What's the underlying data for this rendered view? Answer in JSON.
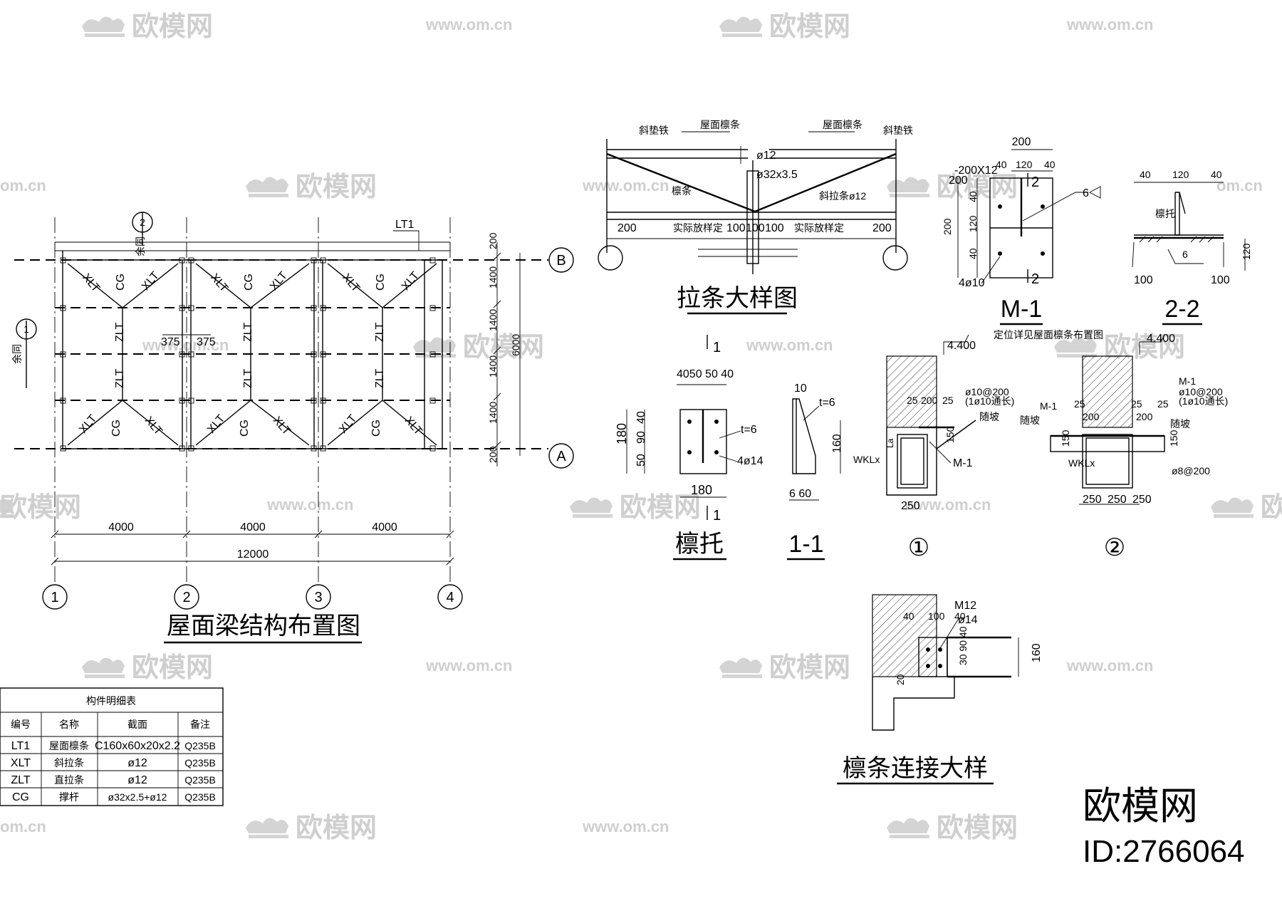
{
  "watermark": {
    "brand": "欧模网",
    "site": "www.om.cn",
    "site_short": "om.cn"
  },
  "brand_mark": {
    "name": "欧模网",
    "id": "ID:2766064"
  },
  "plan": {
    "title": "屋面梁结构布置图",
    "axes_letters": [
      "A",
      "B"
    ],
    "axes_numbers": [
      "1",
      "2",
      "3",
      "4"
    ],
    "bay_spans": [
      "4000",
      "4000",
      "4000"
    ],
    "total_span": "12000",
    "vertical_dims": [
      "200",
      "1400",
      "1400",
      "1400",
      "1400",
      "200"
    ],
    "total_height": "6000",
    "purlin_label": "LT1",
    "section_tag_1": "1",
    "section_tag_2": "2",
    "section_label": "余同",
    "member_xlt": "XLT",
    "member_cg": "CG",
    "member_zlt": "ZLT",
    "gap_left": "375",
    "gap_right": "375"
  },
  "table": {
    "title": "构件明细表",
    "headers": [
      "编号",
      "名称",
      "截面",
      "备注"
    ],
    "rows": [
      [
        "LT1",
        "屋面檩条",
        "C160x60x20x2.2",
        "Q235B"
      ],
      [
        "XLT",
        "斜拉条",
        "ø12",
        "Q235B"
      ],
      [
        "ZLT",
        "直拉条",
        "ø12",
        "Q235B"
      ],
      [
        "CG",
        "撑杆",
        "ø32x2.5+ø12",
        "Q235B"
      ]
    ]
  },
  "tie_detail": {
    "title": "拉条大样图",
    "label_shim_left": "斜垫铁",
    "label_shim_right": "斜垫铁",
    "label_purlin_left": "屋面檩条",
    "label_purlin_right": "屋面檩条",
    "label_rod": "ø12",
    "label_tube": "ø32x3.5",
    "label_purlin": "檩条",
    "label_diag": "斜拉条ø12",
    "label_field_left": "实际放样定",
    "label_field_right": "实际放样定",
    "dims": [
      "200",
      "100",
      "100",
      "100",
      "200"
    ]
  },
  "m1": {
    "title": "M-1",
    "plate": "-200X12",
    "top_dims": [
      "200",
      "40",
      "120",
      "40"
    ],
    "side_dims": [
      "200",
      "40",
      "120",
      "40"
    ],
    "anchors": "4ø10",
    "weld": "6",
    "cut": "2"
  },
  "sec22": {
    "title": "2-2",
    "dims": [
      "40",
      "120",
      "40"
    ],
    "label": "檩托",
    "weld": "6",
    "bottom_left": "100",
    "bottom_right": "100",
    "height": "120"
  },
  "purlin_support": {
    "title": "檩托",
    "cut": "1",
    "top_dims": "4050 50 40",
    "height": "180",
    "side_dims": [
      "40",
      "90",
      "50"
    ],
    "plate_t": "t=6",
    "bolts": "4ø14",
    "width": "180"
  },
  "sec11": {
    "title": "1-1",
    "top": "10",
    "plate_t": "t=6",
    "height": "160",
    "bottom": "6 60"
  },
  "detail1": {
    "title": "①",
    "note": "定位详见屋面檩条布置图",
    "elevation": "4.400",
    "dims": [
      "25",
      "200",
      "25"
    ],
    "rebar": "ø10@200",
    "rebar_note": "(1ø10通长)",
    "slope": "随坡",
    "height": "150",
    "plate": "M-1",
    "beam": "WKLx",
    "width": "250",
    "la": "La"
  },
  "detail2": {
    "title": "②",
    "elevation": "4.400",
    "plate_left": "M-1",
    "plate_right": "M-1",
    "dims_left": [
      "25",
      "200"
    ],
    "dims_right": [
      "25",
      "200",
      "25"
    ],
    "rebar": "ø10@200",
    "rebar_note": "(1ø10通长)",
    "slope": "随坡",
    "slope2": "随坡",
    "height_left": "150",
    "height_right": "150",
    "beam": "WKLx",
    "stirrup": "ø8@200",
    "bottom_dims": [
      "250",
      "250",
      "250"
    ]
  },
  "connection": {
    "title": "檩条连接大样",
    "bolt": "M12",
    "hole": "ø14",
    "dims_top": [
      "40",
      "100",
      "40"
    ],
    "dims_side": "30 90 40",
    "height": "160",
    "bottom": "20"
  }
}
